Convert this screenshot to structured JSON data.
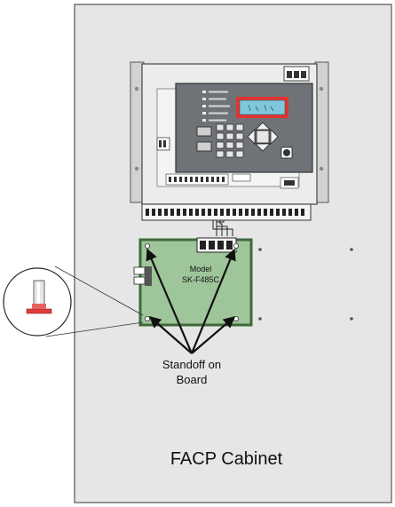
{
  "board": {
    "model_label": "Model",
    "model_name": "SK-F485C"
  },
  "callout": {
    "line1": "Standoff on",
    "line2": "Board"
  },
  "cabinet": {
    "label": "FACP Cabinet"
  },
  "colors": {
    "cabinet_bg": "#e6e6e6",
    "board_fill": "#9fc59a",
    "board_border": "#3e6a3a",
    "lcd_frame": "#e2332e",
    "lcd_screen": "#7fc8dc",
    "panel_face": "#6f7378",
    "standoff_base": "#e03a3a"
  }
}
